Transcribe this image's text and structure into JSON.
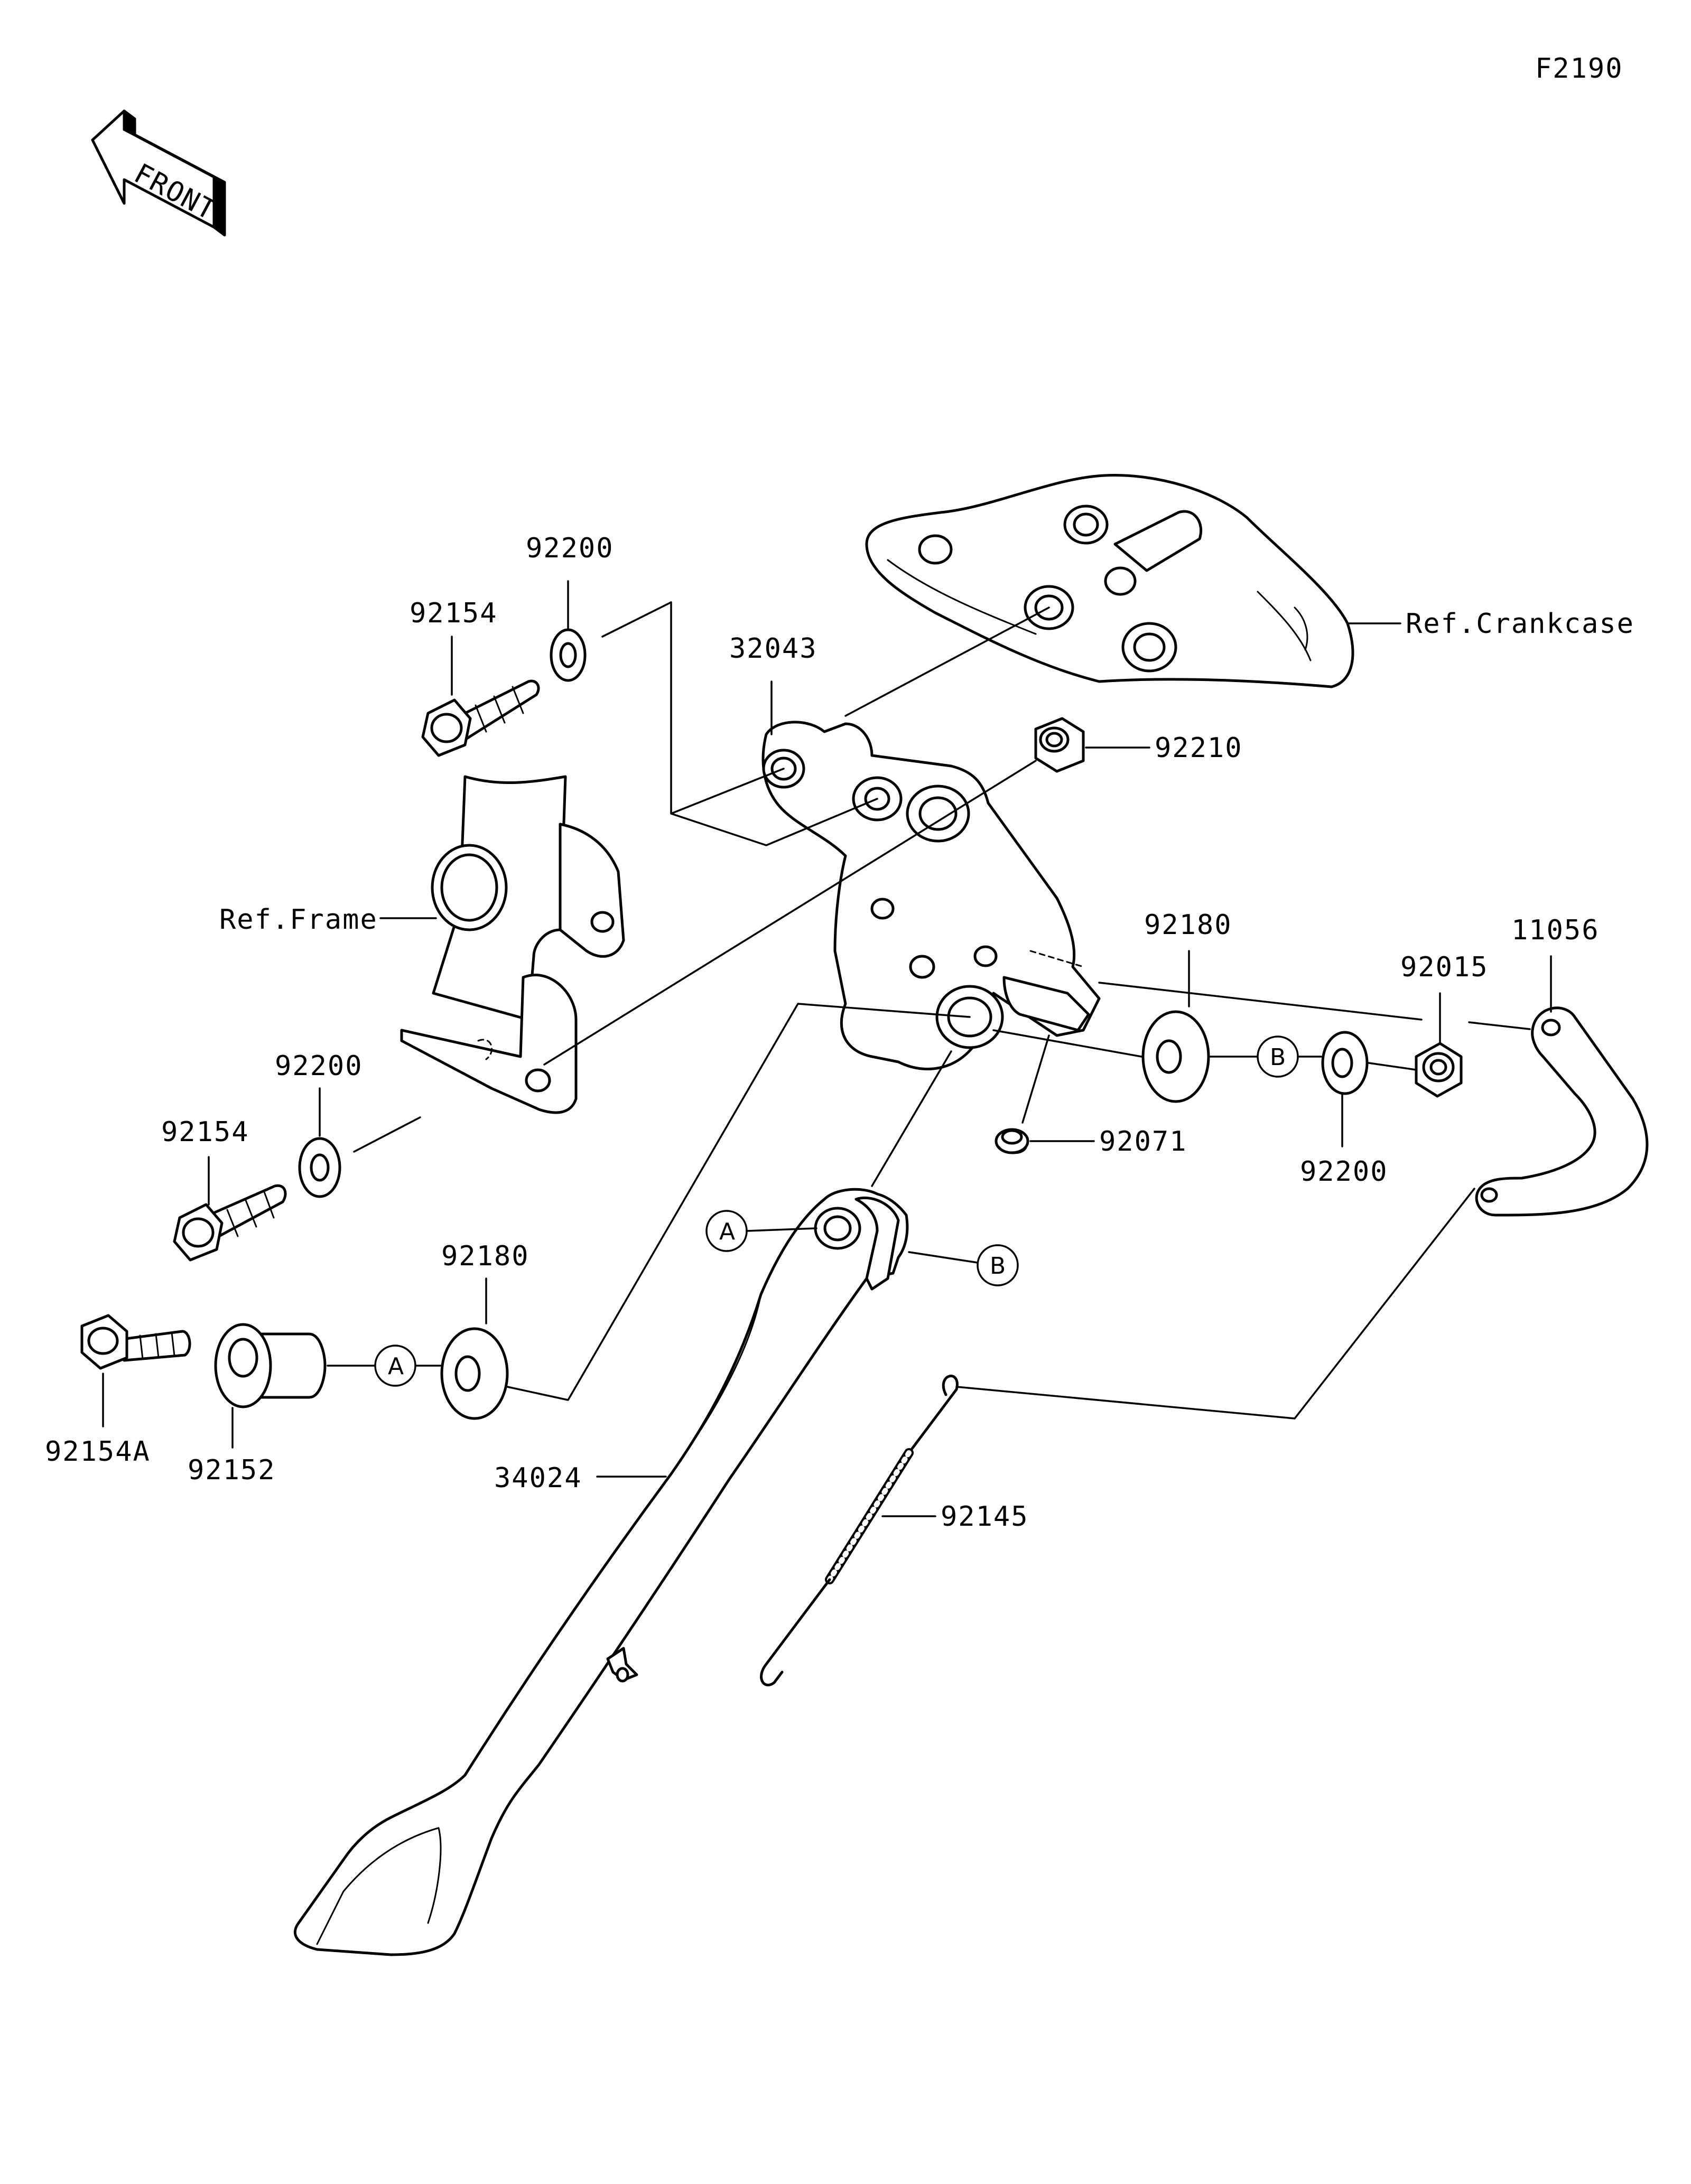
{
  "diagram_code": "F2190",
  "front_badge": "FRONT",
  "ref_labels": {
    "crankcase": "Ref.Crankcase",
    "frame": "Ref.Frame"
  },
  "part_labels": {
    "p92200_top": "92200",
    "p92154_top": "92154",
    "p32043": "32043",
    "p92210": "92210",
    "p92180_right": "92180",
    "p11056": "11056",
    "p92015": "92015",
    "p92200_right": "92200",
    "p92071": "92071",
    "p92200_left": "92200",
    "p92154_left": "92154",
    "p92180_left": "92180",
    "p92154A": "92154A",
    "p92152": "92152",
    "p34024": "34024",
    "p92145": "92145"
  },
  "markers": {
    "a": "A",
    "b": "B"
  }
}
